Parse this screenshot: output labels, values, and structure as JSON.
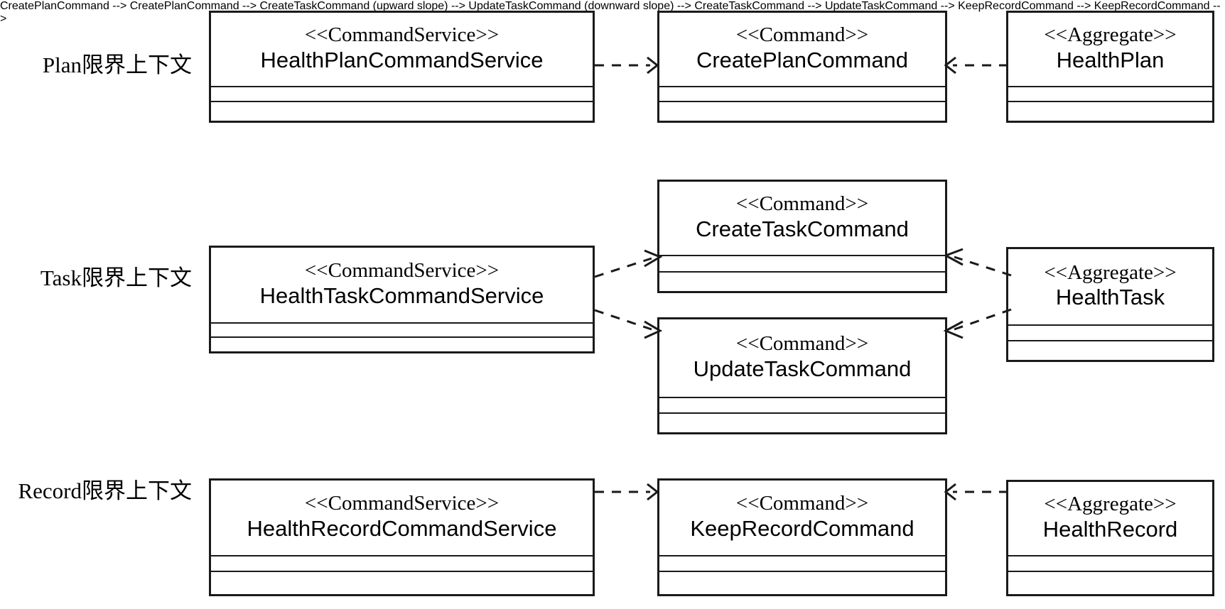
{
  "diagram": {
    "kind": "uml-class-diagram",
    "background": "#ffffff",
    "line_color": "#1a1a1a"
  },
  "rows": [
    {
      "context_label": "Plan限界上下文"
    },
    {
      "context_label": "Task限界上下文"
    },
    {
      "context_label": "Record限界上下文"
    }
  ],
  "classes": {
    "health_plan_command_service": {
      "stereotype": "<<CommandService>>",
      "name": "HealthPlanCommandService"
    },
    "create_plan_command": {
      "stereotype": "<<Command>>",
      "name": "CreatePlanCommand"
    },
    "health_plan": {
      "stereotype": "<<Aggregate>>",
      "name": "HealthPlan"
    },
    "health_task_command_service": {
      "stereotype": "<<CommandService>>",
      "name": "HealthTaskCommandService"
    },
    "create_task_command": {
      "stereotype": "<<Command>>",
      "name": "CreateTaskCommand"
    },
    "update_task_command": {
      "stereotype": "<<Command>>",
      "name": "UpdateTaskCommand"
    },
    "health_task": {
      "stereotype": "<<Aggregate>>",
      "name": "HealthTask"
    },
    "health_record_command_service": {
      "stereotype": "<<CommandService>>",
      "name": "HealthRecordCommandService"
    },
    "keep_record_command": {
      "stereotype": "<<Command>>",
      "name": "KeepRecordCommand"
    },
    "health_record": {
      "stereotype": "<<Aggregate>>",
      "name": "HealthRecord"
    }
  },
  "relations": [
    {
      "from": "health_plan_command_service",
      "to": "create_plan_command",
      "style": "dashed",
      "arrow": "open"
    },
    {
      "from": "health_plan",
      "to": "create_plan_command",
      "style": "dashed",
      "arrow": "open"
    },
    {
      "from": "health_task_command_service",
      "to": "create_task_command",
      "style": "dashed",
      "arrow": "open"
    },
    {
      "from": "health_task_command_service",
      "to": "update_task_command",
      "style": "dashed",
      "arrow": "open"
    },
    {
      "from": "health_task",
      "to": "create_task_command",
      "style": "dashed",
      "arrow": "open"
    },
    {
      "from": "health_task",
      "to": "update_task_command",
      "style": "dashed",
      "arrow": "open"
    },
    {
      "from": "health_record_command_service",
      "to": "keep_record_command",
      "style": "dashed",
      "arrow": "open"
    },
    {
      "from": "health_record",
      "to": "keep_record_command",
      "style": "dashed",
      "arrow": "open"
    }
  ]
}
